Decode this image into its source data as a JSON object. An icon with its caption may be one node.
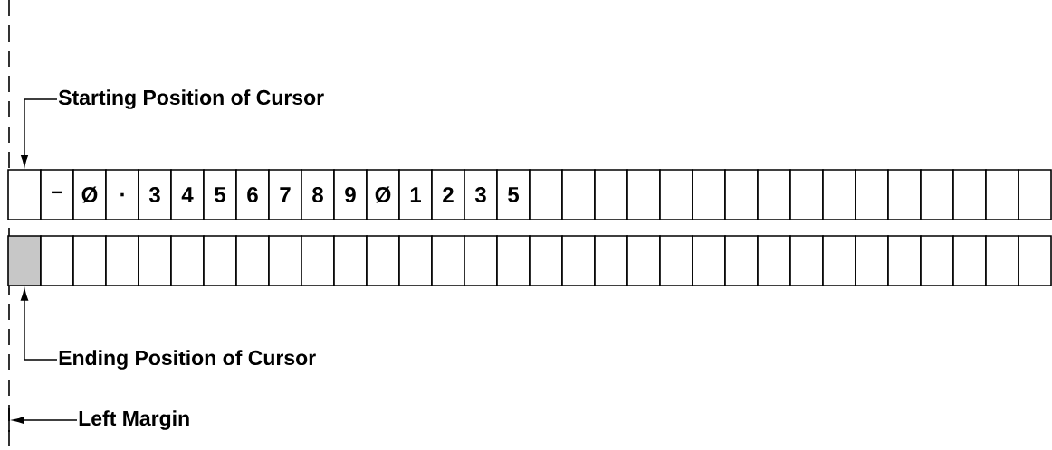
{
  "diagram": {
    "nodes": [
      {
        "text": [
          "Starting Position of Cursor"
        ]
      },
      {
        "text": [],
        "shape": "box"
      },
      {
        "text": [
          "–"
        ]
      },
      {
        "text": [
          "Ø"
        ]
      },
      {
        "text": [
          "."
        ]
      },
      {
        "text": [
          "3"
        ]
      },
      {
        "text": [
          "4"
        ]
      },
      {
        "text": [
          "5"
        ]
      },
      {
        "text": [
          "6"
        ]
      },
      {
        "text": [
          "7"
        ]
      },
      {
        "text": [
          "8"
        ]
      },
      {
        "text": [
          "9"
        ]
      },
      {
        "text": [
          "Ø"
        ]
      },
      {
        "text": [
          "1"
        ]
      },
      {
        "text": [
          "2"
        ]
      },
      {
        "text": [
          "3"
        ]
      },
      {
        "text": [
          "5"
        ]
      },
      {
        "text": [],
        "shape": "box"
      },
      {
        "text": [],
        "shape": "box"
      },
      {
        "text": [],
        "shape": "box"
      },
      {
        "text": [],
        "shape": "box"
      },
      {
        "text": [],
        "shape": "box"
      },
      {
        "text": [],
        "shape": "box"
      },
      {
        "text": [],
        "shape": "box"
      },
      {
        "text": [],
        "shape": "box"
      },
      {
        "text": [],
        "shape": "box"
      },
      {
        "text": [],
        "shape": "box"
      },
      {
        "text": [],
        "shape": "box"
      },
      {
        "text": [],
        "shape": "box"
      },
      {
        "text": [],
        "shape": "box"
      },
      {
        "text": [],
        "shape": "box"
      },
      {
        "text": [],
        "shape": "box"
      },
      {
        "text": [],
        "shape": "box"
      },
      {
        "text": [],
        "shape": "box"
      },
      {
        "text": [],
        "shape": "box"
      },
      {
        "text": [],
        "shape": "box"
      },
      {
        "text": [],
        "shape": "box"
      },
      {
        "text": [],
        "shape": "box"
      },
      {
        "text": [],
        "shape": "box"
      },
      {
        "text": [],
        "shape": "box"
      },
      {
        "text": [],
        "shape": "box"
      },
      {
        "text": [],
        "shape": "box"
      },
      {
        "text": [],
        "shape": "box"
      },
      {
        "text": [],
        "shape": "box"
      },
      {
        "text": [],
        "shape": "box"
      },
      {
        "text": [],
        "shape": "box"
      },
      {
        "text": [],
        "shape": "box"
      },
      {
        "text": [],
        "shape": "box"
      },
      {
        "text": [],
        "shape": "box"
      },
      {
        "text": [],
        "shape": "box"
      },
      {
        "text": [],
        "shape": "box"
      },
      {
        "text": [],
        "shape": "box"
      },
      {
        "text": [],
        "shape": "box"
      },
      {
        "text": [],
        "shape": "box"
      },
      {
        "text": [],
        "shape": "box"
      },
      {
        "text": [],
        "shape": "box"
      },
      {
        "text": [],
        "shape": "box"
      },
      {
        "text": [],
        "shape": "box"
      },
      {
        "text": [],
        "shape": "box"
      },
      {
        "text": [],
        "shape": "box"
      },
      {
        "text": [],
        "shape": "box"
      },
      {
        "text": [],
        "shape": "box"
      },
      {
        "text": [],
        "shape": "box"
      },
      {
        "text": [],
        "shape": "box"
      },
      {
        "text": [],
        "shape": "box"
      },
      {
        "text": [
          "Ending Position of Cursor"
        ]
      },
      {
        "text": [
          "Left Margin"
        ]
      }
    ],
    "edges": [
      {
        "from": 0,
        "to": 1,
        "arrow": "to"
      },
      {
        "from": 65,
        "to": 33,
        "arrow": "to"
      },
      {
        "from": 66,
        "to": null,
        "arrow": "to"
      }
    ]
  }
}
